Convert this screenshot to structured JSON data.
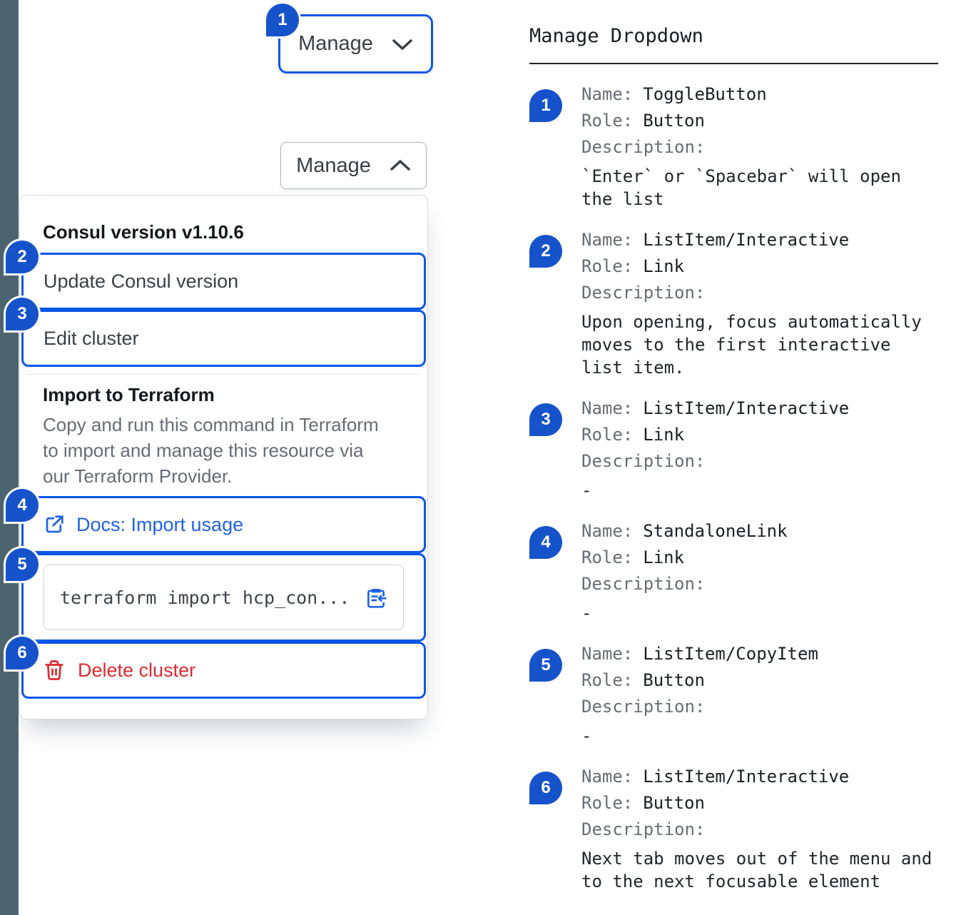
{
  "colors": {
    "accent_focus": "#0c56e9",
    "badge_blue": "#1653cb",
    "link_blue": "#1f63e6",
    "danger_red": "#dd2c31",
    "strip_slate": "#4c6671"
  },
  "toggle": {
    "closed_label": "Manage",
    "open_label": "Manage"
  },
  "dropdown": {
    "version_label": "Consul version v1.10.6",
    "update_label": "Update Consul version",
    "edit_label": "Edit cluster",
    "import_title": "Import to Terraform",
    "import_description_lines": {
      "0": "Copy and run this command in Terraform",
      "1": "to import and manage this resource via",
      "2": "our Terraform Provider."
    },
    "docs_link_label": "Docs: Import usage",
    "command_text": "terraform import hcp_con...",
    "delete_label": "Delete cluster"
  },
  "doc": {
    "title": "Manage Dropdown",
    "labels": {
      "name": "Name:",
      "role": "Role:",
      "description": "Description:"
    },
    "entries": [
      {
        "num": "1",
        "name": "ToggleButton",
        "role": "Button",
        "description": "`Enter` or `Spacebar` will open the list"
      },
      {
        "num": "2",
        "name": "ListItem/Interactive",
        "role": "Link",
        "description": "Upon opening, focus automatically moves to the first interactive list item."
      },
      {
        "num": "3",
        "name": "ListItem/Interactive",
        "role": "Link",
        "description": "-"
      },
      {
        "num": "4",
        "name": "StandaloneLink",
        "role": "Link",
        "description": "-"
      },
      {
        "num": "5",
        "name": "ListItem/CopyItem",
        "role": "Button",
        "description": "-"
      },
      {
        "num": "6",
        "name": "ListItem/Interactive",
        "role": "Button",
        "description": "Next tab moves out of the menu and to the next focusable element"
      }
    ]
  }
}
